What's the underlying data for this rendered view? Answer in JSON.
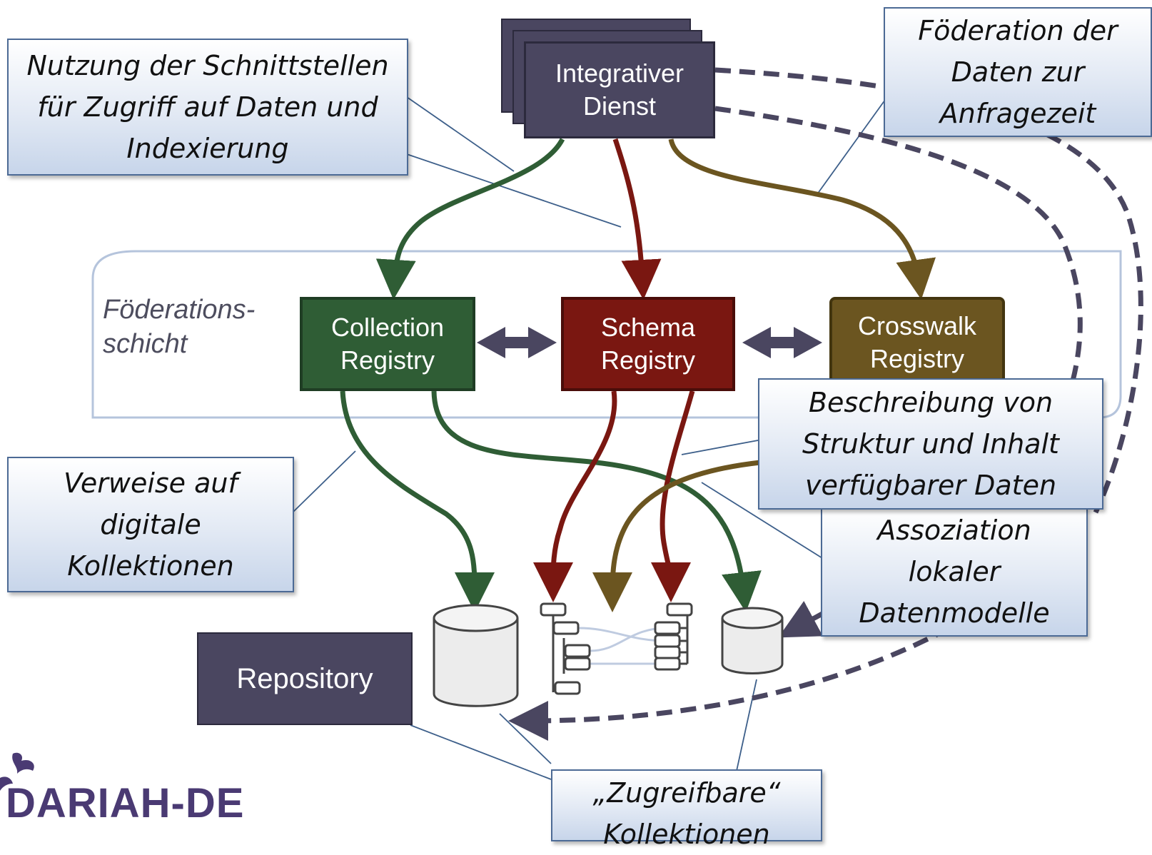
{
  "callouts": {
    "nutzung": [
      "Nutzung der Schnittstellen",
      "für Zugriff auf Daten und",
      "Indexierung"
    ],
    "foederation": [
      "Föderation der",
      "Daten zur",
      "Anfragezeit"
    ],
    "verweise": [
      "Verweise auf",
      "digitale",
      "Kollektionen"
    ],
    "beschreibung": [
      "Beschreibung von",
      "Struktur und Inhalt",
      "verfügbarer Daten"
    ],
    "assoziation": [
      "Assoziation",
      "lokaler",
      "Datenmodelle"
    ],
    "zugreifbare": [
      "„Zugreifbare“",
      "Kollektionen"
    ]
  },
  "services": {
    "integrativ": [
      "Integrativer",
      "Dienst"
    ],
    "collection": [
      "Collection",
      "Registry"
    ],
    "schema": [
      "Schema",
      "Registry"
    ],
    "crosswalk": [
      "Crosswalk",
      "Registry"
    ],
    "repository": "Repository"
  },
  "layer_label": [
    "Föderations-",
    "schicht"
  ],
  "logo_text": "DARIAH-DE",
  "colors": {
    "green": "#2f5d35",
    "red": "#7a1711",
    "olive": "#6b5520",
    "purple": "#4a4660",
    "callout_border": "#4c6a95"
  }
}
